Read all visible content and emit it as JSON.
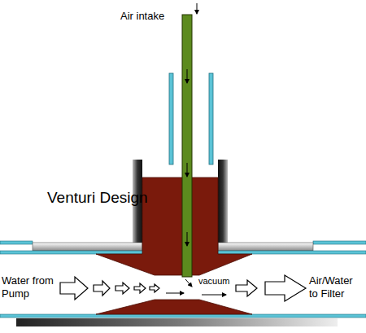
{
  "diagram": {
    "title": "Venturi Design",
    "labels": [
      "Air intake",
      "Water from Pump",
      "vacuum",
      "Air/Water to Filter"
    ]
  }
}
